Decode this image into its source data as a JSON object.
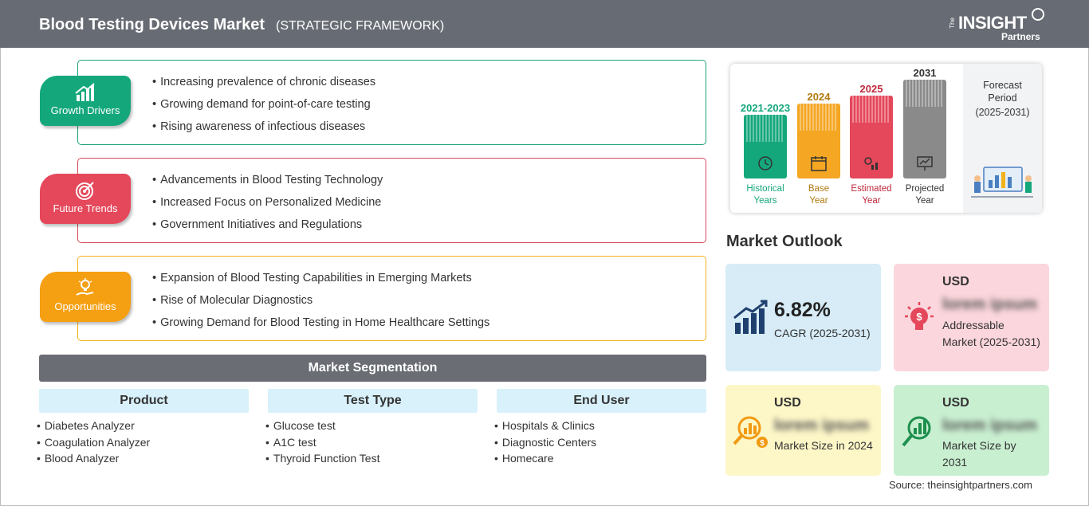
{
  "header": {
    "title": "Blood Testing Devices Market",
    "subtitle": "(STRATEGIC FRAMEWORK)",
    "logo": {
      "the": "The",
      "insight": "INSIGHT",
      "partners": "Partners"
    }
  },
  "framework": [
    {
      "label": "Growth Drivers",
      "icon": "bar-chart-growth-icon",
      "color": "#15a77c",
      "items": [
        "Increasing prevalence of chronic diseases",
        "Growing demand for point-of-care testing",
        "Rising awareness of infectious diseases"
      ]
    },
    {
      "label": "Future Trends",
      "icon": "target-icon",
      "color": "#e5475b",
      "items": [
        "Advancements in Blood Testing Technology",
        "Increased Focus on Personalized Medicine",
        "Government Initiatives and Regulations"
      ]
    },
    {
      "label": "Opportunities",
      "icon": "lightbulb-hand-icon",
      "color": "#f59f12",
      "items": [
        "Expansion of Blood Testing Capabilities in Emerging Markets",
        "Rise of Molecular Diagnostics",
        "Growing Demand for Blood Testing in Home Healthcare Settings"
      ]
    }
  ],
  "segmentation": {
    "title": "Market Segmentation",
    "columns": [
      {
        "head": "Product",
        "items": [
          "Diabetes Analyzer",
          "Coagulation Analyzer",
          "Blood Analyzer"
        ]
      },
      {
        "head": "Test Type",
        "items": [
          "Glucose test",
          "A1C test",
          "Thyroid Function Test"
        ]
      },
      {
        "head": "End User",
        "items": [
          "Hospitals & Clinics",
          "Diagnostic Centers",
          "Homecare"
        ]
      }
    ]
  },
  "timeline": {
    "bars": [
      {
        "year": "2021-2023",
        "label_line1": "Historical",
        "label_line2": "Years",
        "color": "#15a77c",
        "icon": "history-clock-icon"
      },
      {
        "year": "2024",
        "label_line1": "Base",
        "label_line2": "Year",
        "color": "#f5a623",
        "icon": "calendar-icon"
      },
      {
        "year": "2025",
        "label_line1": "Estimated",
        "label_line2": "Year",
        "color": "#e5475b",
        "icon": "gear-chart-icon"
      },
      {
        "year": "2031",
        "label_line1": "Projected",
        "label_line2": "Year",
        "color": "#8a8a8a",
        "icon": "presentation-chart-icon"
      }
    ],
    "forecast": {
      "line1": "Forecast",
      "line2": "Period",
      "period": "(2025-2031)"
    }
  },
  "outlook": {
    "title": "Market Outlook",
    "cagr": {
      "value": "6.82%",
      "desc": "CAGR (2025-2031)"
    },
    "addressable": {
      "usd": "USD",
      "value": "lorem ipsum",
      "desc": "Addressable Market (2025-2031)"
    },
    "size2024": {
      "usd": "USD",
      "value": "lorem ipsum",
      "desc": "Market Size in 2024"
    },
    "size2031": {
      "usd": "USD",
      "value": "lorem ipsum",
      "desc": "Market Size by 2031"
    }
  },
  "source": "Source: theinsightpartners.com"
}
